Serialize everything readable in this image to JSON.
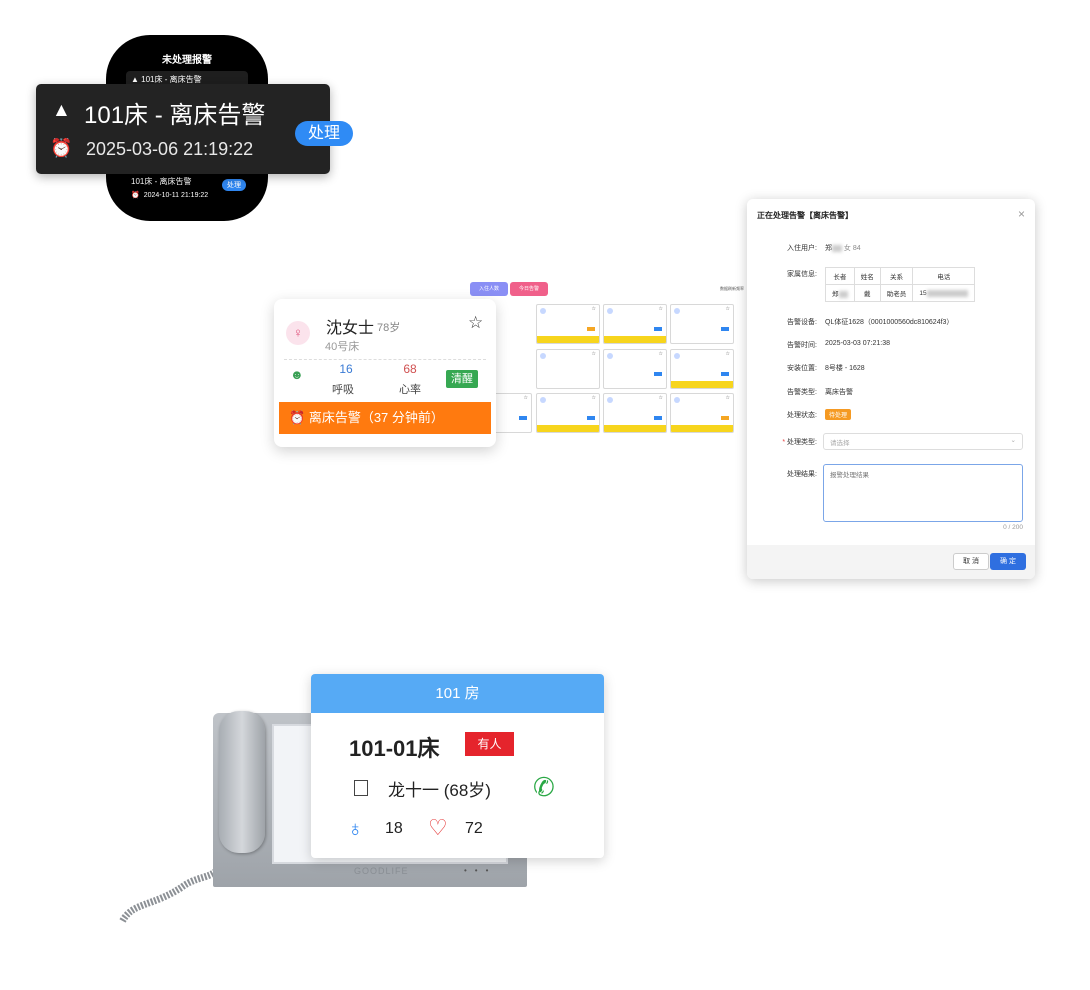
{
  "watch": {
    "title": "未处理报警",
    "row1": "101床 - 离床告警",
    "row2": "101床 - 离床告警",
    "row2_time": "2024-10-11 21:19:22",
    "row2_button": "处理"
  },
  "alert_popup": {
    "title": "101床 - 离床告警",
    "time": "2025-03-06 21:19:22",
    "button": "处理",
    "icons": [
      "warning-icon",
      "alarm-clock-icon"
    ]
  },
  "dashboard": {
    "tab1": "入住人数",
    "tab2": "今日告警",
    "filter": "数据刷新频率"
  },
  "bed_card": {
    "name": "沈女士",
    "age": "78岁",
    "bed": "40号床",
    "breath_value": "16",
    "breath_label": "呼吸",
    "heart_value": "68",
    "heart_label": "心率",
    "wake_button": "清醒",
    "alert": "离床告警（37 分钟前）",
    "colors": {
      "alert_bar": "#ff7a0f",
      "wake": "#36a852",
      "breath": "#3a7bd5",
      "heart": "#d05050"
    }
  },
  "dialog": {
    "title": "正在处理告警【离床告警】",
    "resident_label": "入住用户:",
    "resident_value": "郑",
    "resident_suffix": "女 84",
    "family_label": "家属信息:",
    "family_headers": [
      "长者",
      "姓名",
      "关系",
      "电话"
    ],
    "family_row": [
      "郑",
      "戴",
      "助老员",
      "15"
    ],
    "device_label": "告警设备:",
    "device_value": "QL体征1628（0001000560dc810624f3）",
    "time_label": "告警时间:",
    "time_value": "2025-03-03 07:21:38",
    "location_label": "安装位置:",
    "location_value": "8号楼 - 1628",
    "type_label": "告警类型:",
    "type_value": "离床告警",
    "status_label": "处理状态:",
    "status_value": "待处理",
    "handle_type_label": "处理类型:",
    "handle_type_placeholder": "请选择",
    "result_label": "处理结果:",
    "result_placeholder": "报警处理结果",
    "counter": "0 / 200",
    "cancel": "取 消",
    "confirm": "确 定"
  },
  "room_card": {
    "header": "101 房",
    "bed": "101-01床",
    "occupied": "有人",
    "resident": "龙十一 (68岁)",
    "breath": "18",
    "heart": "72",
    "colors": {
      "header": "#56aaf5",
      "occupied": "#e5242c",
      "phone": "#2aa845"
    }
  },
  "phone": {
    "brand": "GOODLIFE"
  }
}
